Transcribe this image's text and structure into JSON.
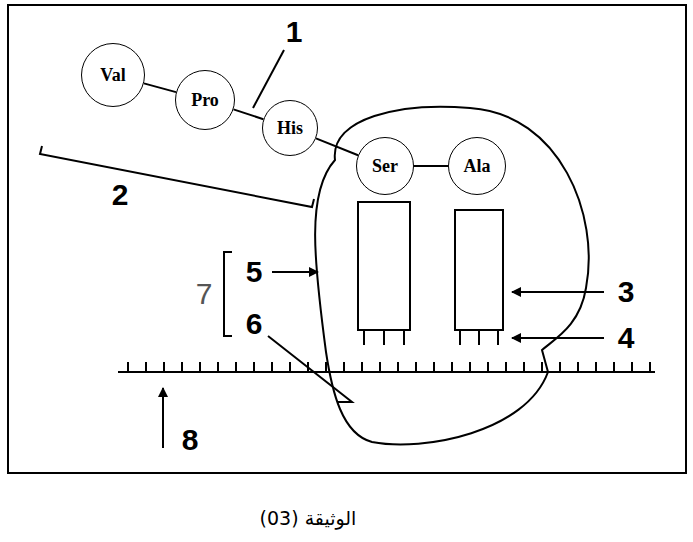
{
  "diagram": {
    "caption": "الوثيقة (03)",
    "nodes": [
      {
        "text": [
          "Val"
        ]
      },
      {
        "text": [
          "Pro"
        ]
      },
      {
        "text": [
          "His"
        ]
      },
      {
        "text": [
          "Ser"
        ]
      },
      {
        "text": [
          "Ala"
        ]
      }
    ],
    "edges": [
      {
        "from": 0,
        "to": 1,
        "arrow": "none"
      },
      {
        "from": 1,
        "to": 2,
        "arrow": "none"
      },
      {
        "from": 2,
        "to": 3,
        "arrow": "none"
      },
      {
        "from": 3,
        "to": 4,
        "arrow": "none"
      }
    ],
    "labels": [
      "1",
      "2",
      "3",
      "4",
      "5",
      "6",
      "7",
      "8"
    ]
  }
}
